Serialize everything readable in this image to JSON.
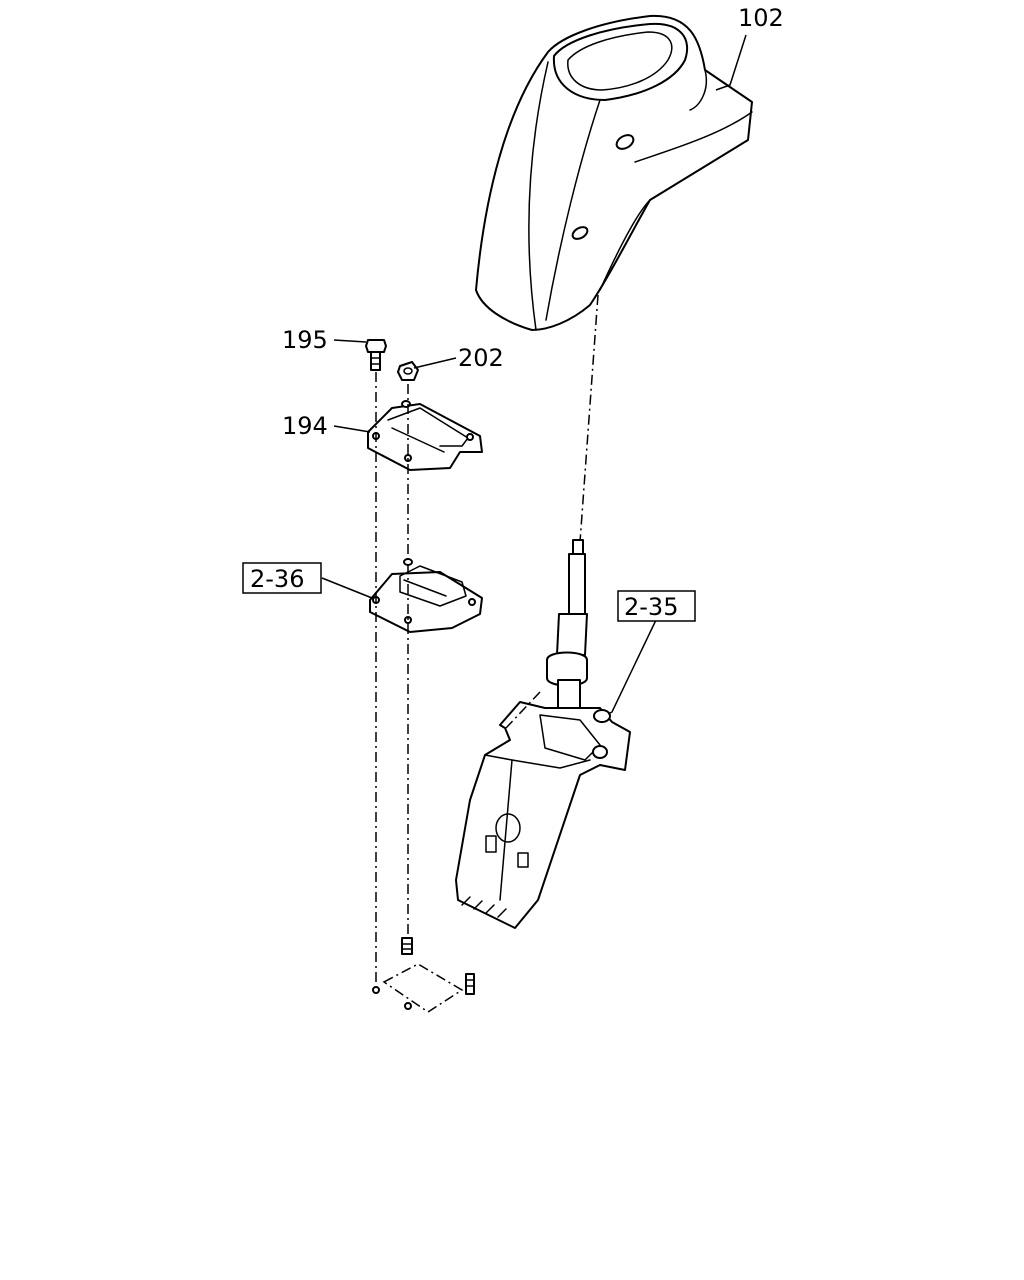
{
  "callouts": {
    "p102": "102",
    "p195": "195",
    "p202": "202",
    "p194": "194",
    "ref_2_36": "2-36",
    "ref_2_35": "2-35"
  }
}
